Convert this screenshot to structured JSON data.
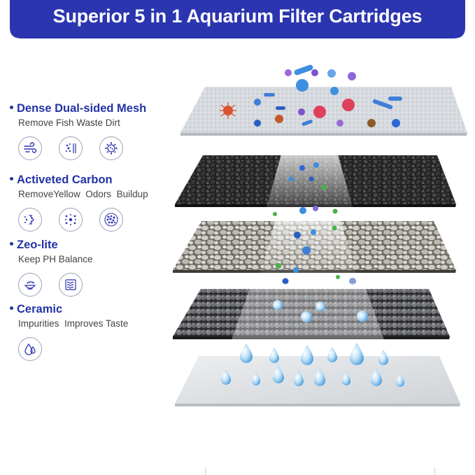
{
  "banner": {
    "title": "Superior 5 in 1 Aquarium Filter Cartridges",
    "color": "#2b35b0"
  },
  "features": [
    {
      "title": "Dense Dual-sided Mesh",
      "subtitle": "Remove Fish Waste Dirt",
      "icons": [
        "wind-flow-icon",
        "particle-filter-icon",
        "bacteria-icon"
      ]
    },
    {
      "title": "Activeted Carbon",
      "subtitle": "RemoveYellow  Odors  Buildup",
      "icons": [
        "absorption-icon",
        "particles-icon",
        "carbon-granules-icon"
      ]
    },
    {
      "title": "Zeo-lite",
      "subtitle": "Keep PH Balance",
      "icons": [
        "balance-bowl-icon",
        "water-layers-icon"
      ]
    },
    {
      "title": "Ceramic",
      "subtitle": "Impurities  Improves Taste",
      "icons": [
        "water-drops-icon"
      ]
    }
  ],
  "layers": [
    "mesh-layer",
    "activated-carbon-layer",
    "zeolite-layer",
    "ceramic-balls-layer",
    "clear-water-layer"
  ],
  "colors": {
    "accent": "#2233a6",
    "mesh": "#d6dadf",
    "carbon": "#2a2a2a",
    "zeolite": "#b8b6ae",
    "ceramic": "#5a5b5e",
    "water_plate": "#e2e4e7"
  }
}
